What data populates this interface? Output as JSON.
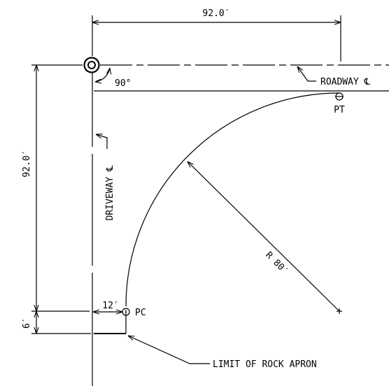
{
  "diagram": {
    "dimensions": {
      "top_width": "92.0′",
      "left_height": "92.0′",
      "bottom_offset": "6′",
      "pc_offset": "12′",
      "radius": "R 80′"
    },
    "angle": "90°",
    "labels": {
      "roadway": "ROADWAY ℄",
      "driveway": "DRIVEWAY ℄",
      "pt": "PT",
      "pc": "PC",
      "rock_apron": "LIMIT OF ROCK APRON"
    },
    "colors": {
      "linework": "#000000",
      "background": "#ffffff"
    },
    "icons": {
      "benchmark": "survey-monument-icon",
      "arrowheads": "leader-arrow-icon"
    }
  }
}
